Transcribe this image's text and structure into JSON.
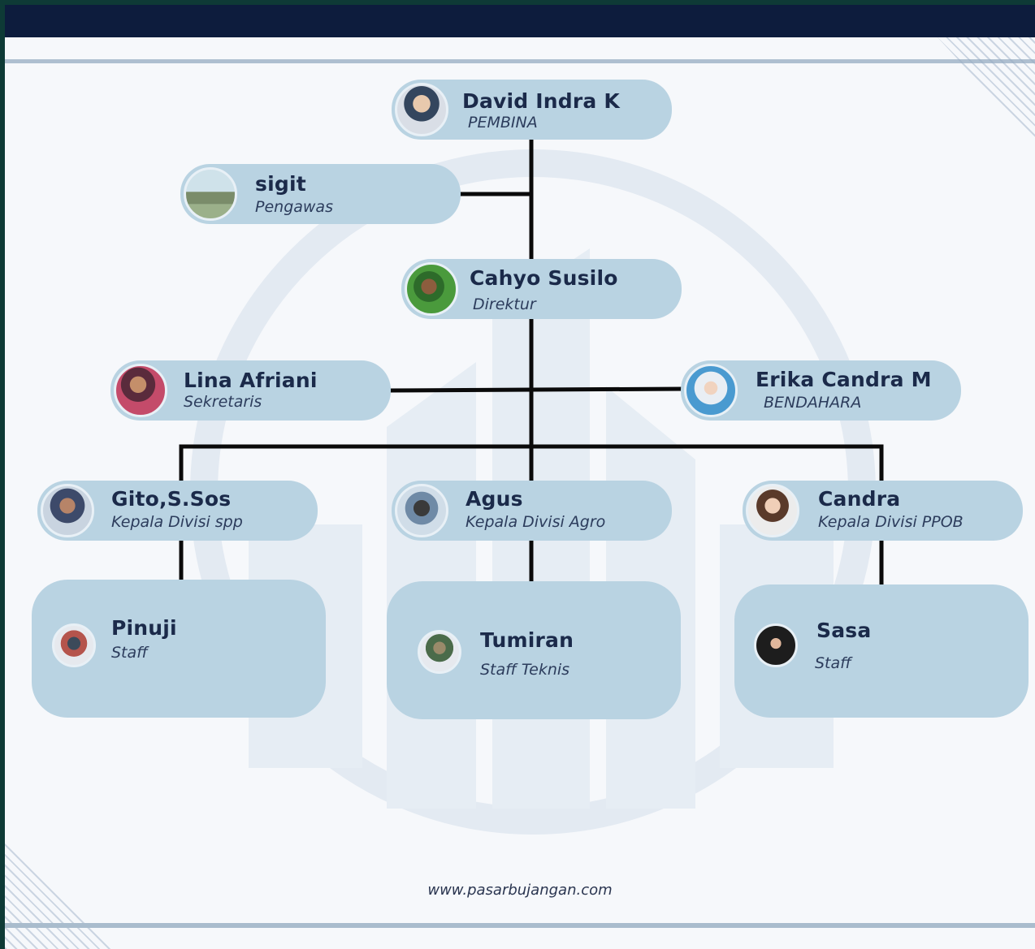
{
  "colors": {
    "frame": "#0e3a36",
    "header_bar": "#0d1c3d",
    "node_fill": "#b9d3e2",
    "connector": "#0a0a0a",
    "text": "#1b2a4a"
  },
  "nodes": {
    "pembina": {
      "name": "David Indra K",
      "role": "PEMBINA",
      "avatar_icon": "person-photo-icon"
    },
    "pengawas": {
      "name": "sigit",
      "role": "Pengawas",
      "avatar_icon": "group-photo-icon"
    },
    "direktur": {
      "name": "Cahyo Susilo",
      "role": "Direktur",
      "avatar_icon": "person-photo-icon"
    },
    "sekretaris": {
      "name": "Lina Afriani",
      "role": "Sekretaris",
      "avatar_icon": "person-photo-icon"
    },
    "bendahara": {
      "name": "Erika Candra M",
      "role": "BENDAHARA",
      "avatar_icon": "person-photo-icon"
    },
    "div_spp": {
      "name": "Gito,S.Sos",
      "role": "Kepala Divisi spp",
      "avatar_icon": "person-photo-icon"
    },
    "div_agro": {
      "name": "Agus",
      "role": "Kepala Divisi Agro",
      "avatar_icon": "person-photo-icon"
    },
    "div_ppob": {
      "name": "Candra",
      "role": "Kepala Divisi PPOB",
      "avatar_icon": "person-photo-icon"
    },
    "staff_spp": {
      "name": "Pinuji",
      "role": "Staff",
      "avatar_icon": "person-photo-icon"
    },
    "staff_agro": {
      "name": "Tumiran",
      "role": "Staff Teknis",
      "avatar_icon": "person-photo-icon"
    },
    "staff_ppob": {
      "name": "Sasa",
      "role": "Staff",
      "avatar_icon": "person-photo-icon"
    }
  },
  "edges": [
    [
      "pembina",
      "pengawas"
    ],
    [
      "pembina",
      "direktur"
    ],
    [
      "direktur",
      "sekretaris"
    ],
    [
      "direktur",
      "bendahara"
    ],
    [
      "direktur",
      "div_spp"
    ],
    [
      "direktur",
      "div_agro"
    ],
    [
      "direktur",
      "div_ppob"
    ],
    [
      "div_spp",
      "staff_spp"
    ],
    [
      "div_agro",
      "staff_agro"
    ],
    [
      "div_ppob",
      "staff_ppob"
    ]
  ],
  "footer": {
    "url": "www.pasarbujangan.com"
  }
}
